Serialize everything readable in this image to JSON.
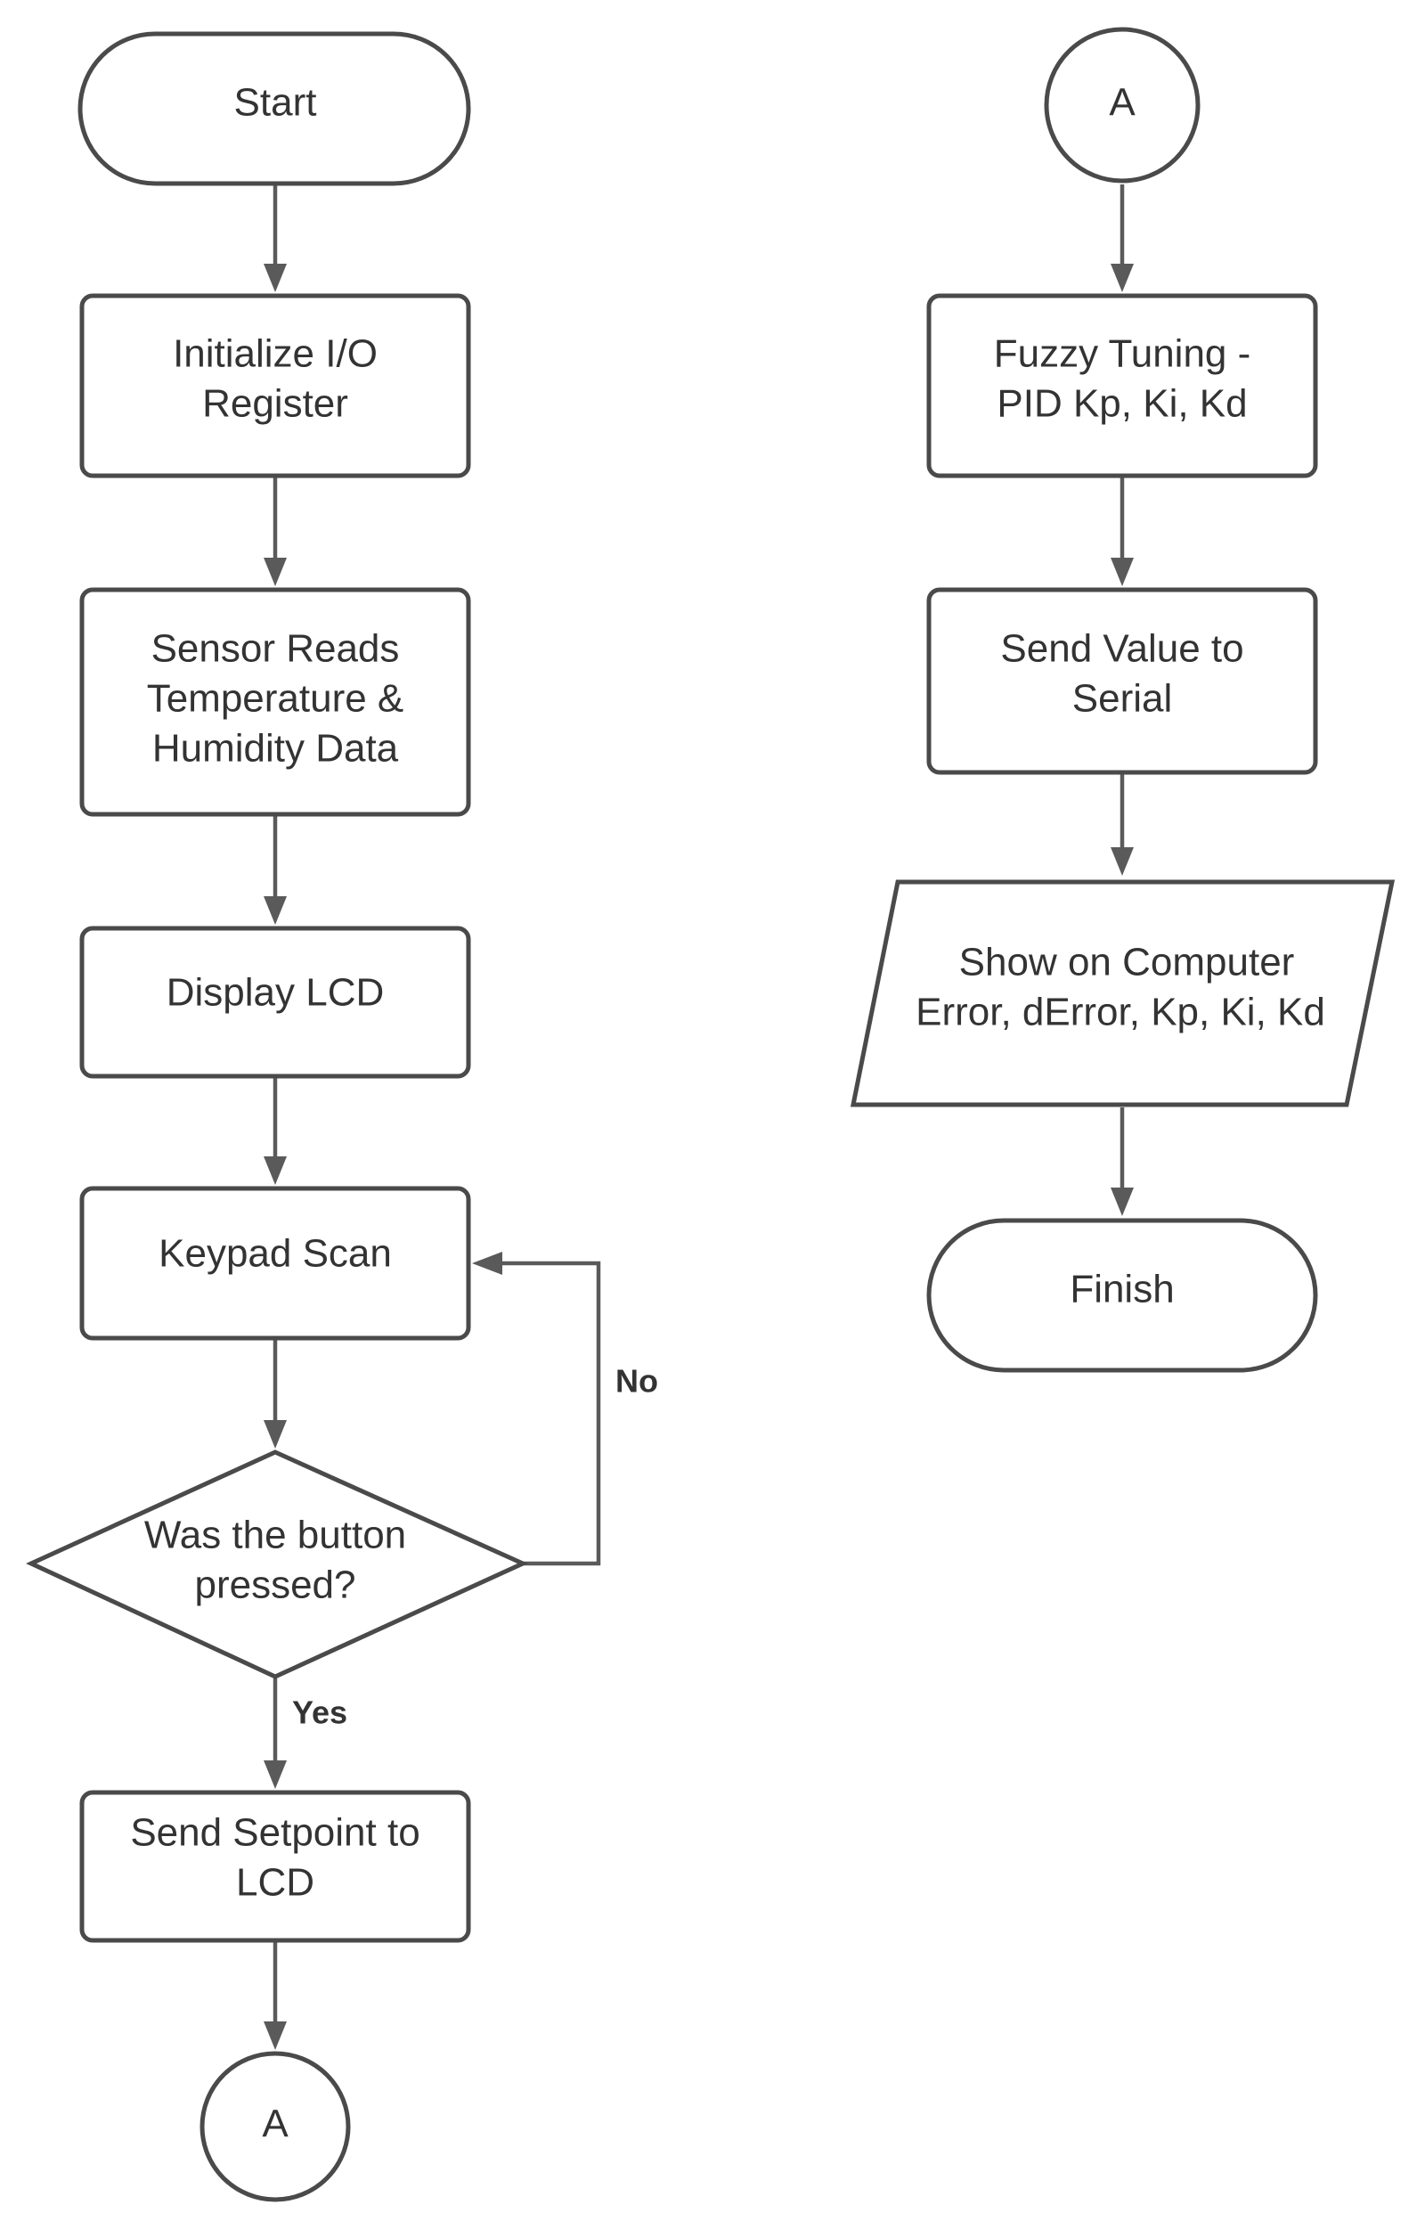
{
  "diagram": {
    "colors": {
      "stroke": "#4a4a4a",
      "connector": "#5a5a5a",
      "text": "#333333",
      "fill": "#ffffff"
    },
    "nodes": {
      "start": {
        "shape": "terminator",
        "lines": [
          "Start"
        ]
      },
      "init_io": {
        "shape": "process",
        "lines": [
          "Initialize I/O",
          "Register"
        ]
      },
      "sensor_reads": {
        "shape": "process",
        "lines": [
          "Sensor Reads",
          "Temperature &",
          "Humidity Data"
        ]
      },
      "display_lcd": {
        "shape": "process",
        "lines": [
          "Display LCD"
        ]
      },
      "keypad_scan": {
        "shape": "process",
        "lines": [
          "Keypad Scan"
        ]
      },
      "button_decision": {
        "shape": "decision",
        "lines": [
          "Was the button",
          "pressed?"
        ]
      },
      "send_setpoint": {
        "shape": "process",
        "lines": [
          "Send Setpoint to",
          "LCD"
        ]
      },
      "connector_out": {
        "shape": "connector",
        "lines": [
          "A"
        ]
      },
      "connector_in": {
        "shape": "connector",
        "lines": [
          "A"
        ]
      },
      "fuzzy_tuning": {
        "shape": "process",
        "lines": [
          "Fuzzy Tuning -",
          "PID Kp, Ki, Kd"
        ]
      },
      "send_value": {
        "shape": "process",
        "lines": [
          "Send Value to",
          "Serial"
        ]
      },
      "show_computer": {
        "shape": "data",
        "lines": [
          "Show on Computer",
          "Error, dError, Kp, Ki, Kd"
        ]
      },
      "finish": {
        "shape": "terminator",
        "lines": [
          "Finish"
        ]
      }
    },
    "edges": [
      {
        "from": "start",
        "to": "init_io",
        "label": ""
      },
      {
        "from": "init_io",
        "to": "sensor_reads",
        "label": ""
      },
      {
        "from": "sensor_reads",
        "to": "display_lcd",
        "label": ""
      },
      {
        "from": "display_lcd",
        "to": "keypad_scan",
        "label": ""
      },
      {
        "from": "keypad_scan",
        "to": "button_decision",
        "label": ""
      },
      {
        "from": "button_decision",
        "to": "keypad_scan",
        "label": "No"
      },
      {
        "from": "button_decision",
        "to": "send_setpoint",
        "label": "Yes"
      },
      {
        "from": "send_setpoint",
        "to": "connector_out",
        "label": ""
      },
      {
        "from": "connector_in",
        "to": "fuzzy_tuning",
        "label": ""
      },
      {
        "from": "fuzzy_tuning",
        "to": "send_value",
        "label": ""
      },
      {
        "from": "send_value",
        "to": "show_computer",
        "label": ""
      },
      {
        "from": "show_computer",
        "to": "finish",
        "label": ""
      }
    ]
  }
}
